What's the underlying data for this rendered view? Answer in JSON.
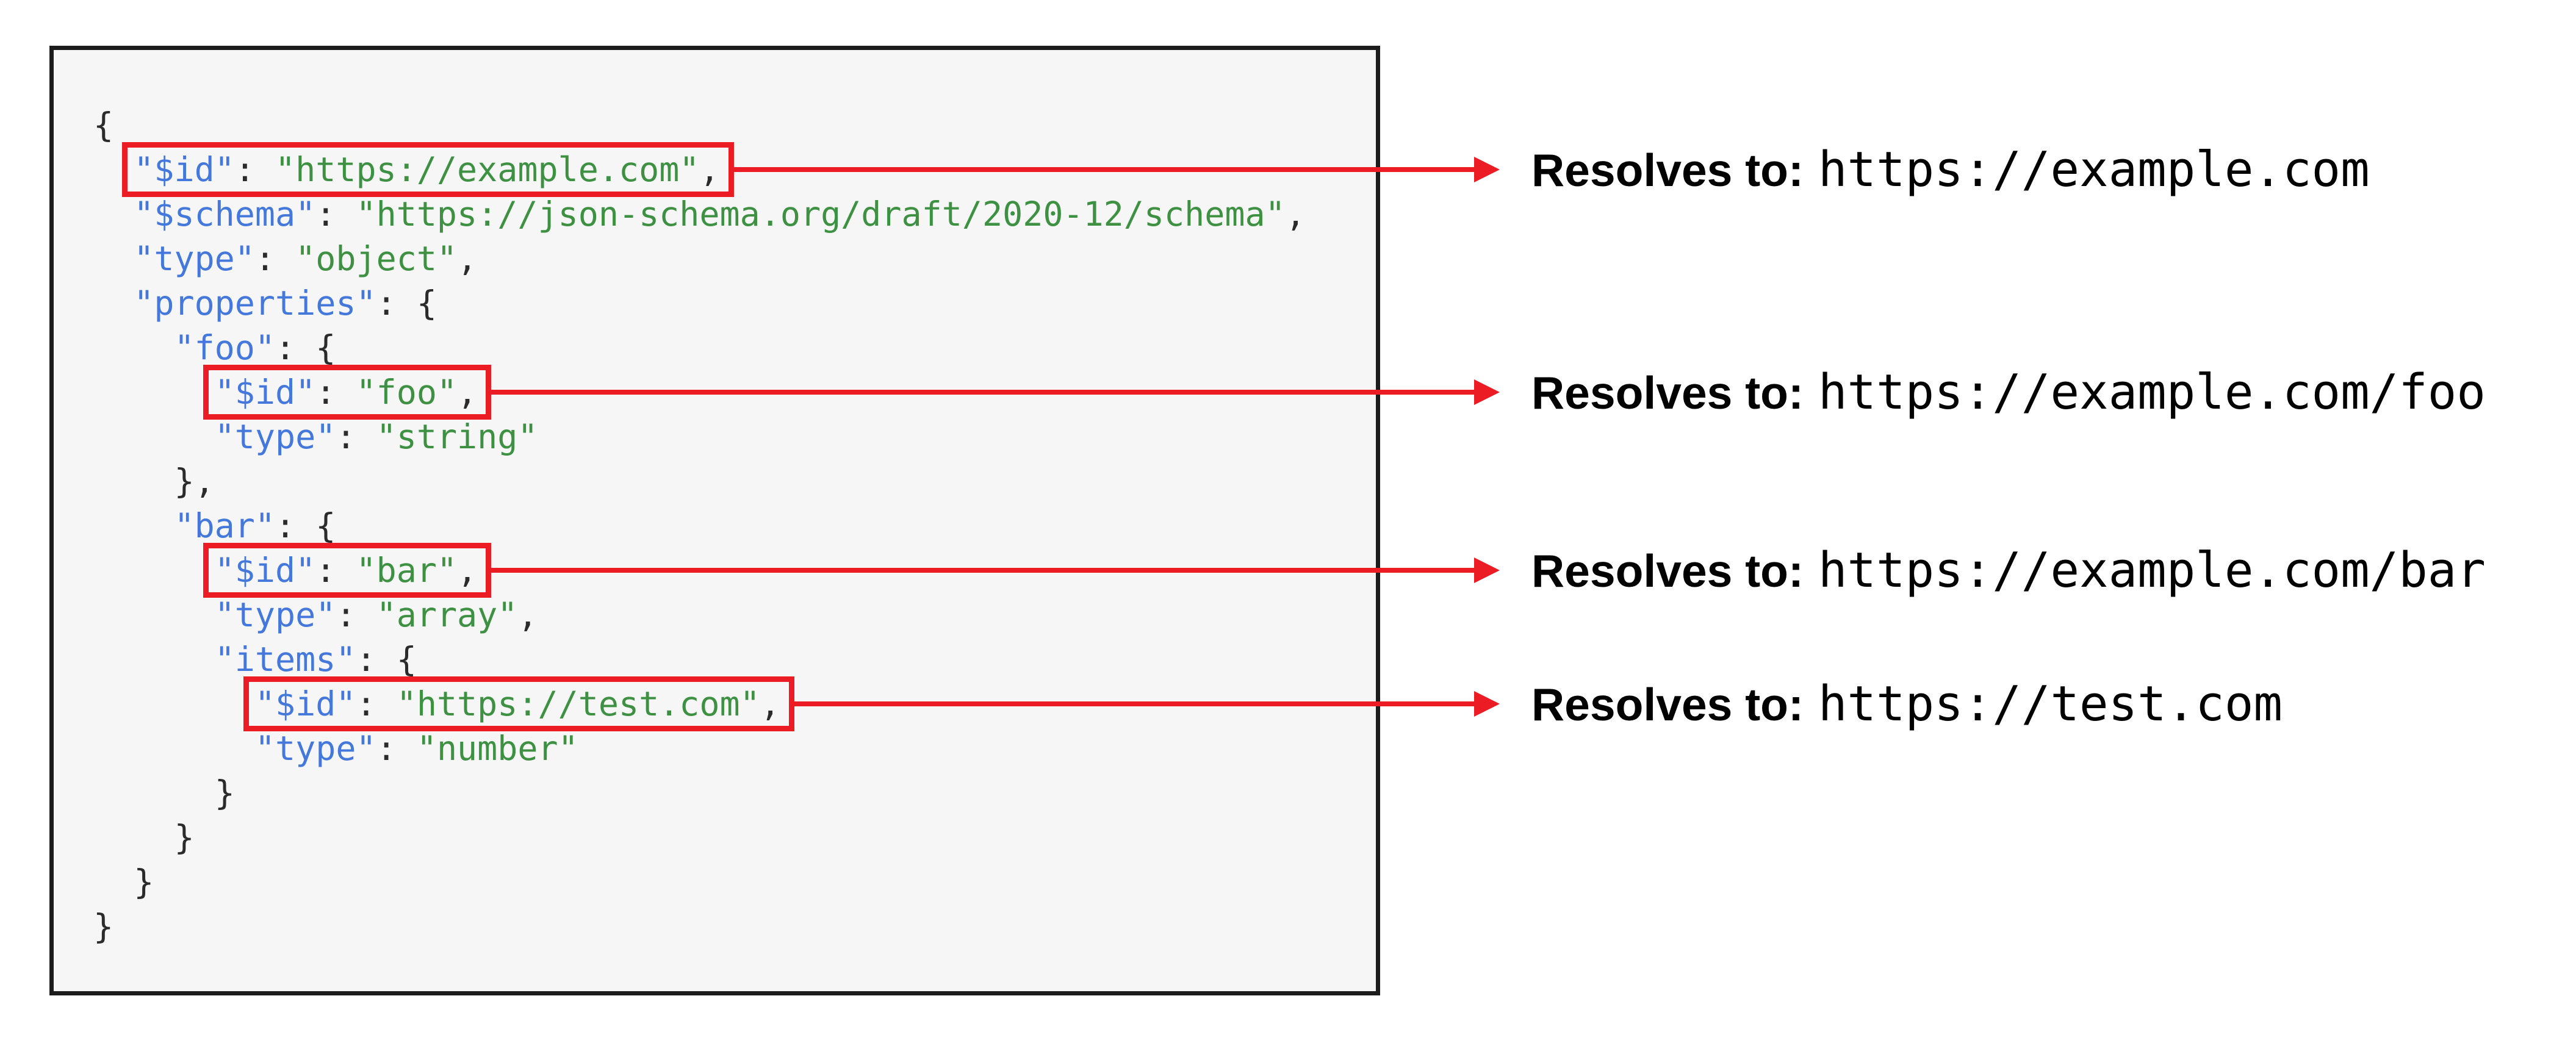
{
  "diagram_title": "JSON Schema $id resolution",
  "colors": {
    "key": "#4478db",
    "string": "#3e9142",
    "punctuation": "#2b2b2b",
    "highlight_red": "#ec1c24",
    "code_background": "#f6f6f7",
    "code_border": "#1c1c1c"
  },
  "code": {
    "language": "json",
    "lines": [
      {
        "indent": 0,
        "boxed": false,
        "tokens": [
          [
            "p",
            "{"
          ]
        ]
      },
      {
        "indent": 1,
        "boxed": true,
        "tokens": [
          [
            "k",
            "\"$id\""
          ],
          [
            "p",
            ": "
          ],
          [
            "s",
            "\"https://example.com\""
          ],
          [
            "p",
            ","
          ]
        ]
      },
      {
        "indent": 1,
        "boxed": false,
        "tokens": [
          [
            "k",
            "\"$schema\""
          ],
          [
            "p",
            ": "
          ],
          [
            "s",
            "\"https://json-schema.org/draft/2020-12/schema\""
          ],
          [
            "p",
            ","
          ]
        ]
      },
      {
        "indent": 1,
        "boxed": false,
        "tokens": [
          [
            "k",
            "\"type\""
          ],
          [
            "p",
            ": "
          ],
          [
            "s",
            "\"object\""
          ],
          [
            "p",
            ","
          ]
        ]
      },
      {
        "indent": 1,
        "boxed": false,
        "tokens": [
          [
            "k",
            "\"properties\""
          ],
          [
            "p",
            ": {"
          ]
        ]
      },
      {
        "indent": 2,
        "boxed": false,
        "tokens": [
          [
            "k",
            "\"foo\""
          ],
          [
            "p",
            ": {"
          ]
        ]
      },
      {
        "indent": 3,
        "boxed": true,
        "tokens": [
          [
            "k",
            "\"$id\""
          ],
          [
            "p",
            ": "
          ],
          [
            "s",
            "\"foo\""
          ],
          [
            "p",
            ","
          ]
        ]
      },
      {
        "indent": 3,
        "boxed": false,
        "tokens": [
          [
            "k",
            "\"type\""
          ],
          [
            "p",
            ": "
          ],
          [
            "s",
            "\"string\""
          ]
        ]
      },
      {
        "indent": 2,
        "boxed": false,
        "tokens": [
          [
            "p",
            "},"
          ]
        ]
      },
      {
        "indent": 2,
        "boxed": false,
        "tokens": [
          [
            "k",
            "\"bar\""
          ],
          [
            "p",
            ": {"
          ]
        ]
      },
      {
        "indent": 3,
        "boxed": true,
        "tokens": [
          [
            "k",
            "\"$id\""
          ],
          [
            "p",
            ": "
          ],
          [
            "s",
            "\"bar\""
          ],
          [
            "p",
            ","
          ]
        ]
      },
      {
        "indent": 3,
        "boxed": false,
        "tokens": [
          [
            "k",
            "\"type\""
          ],
          [
            "p",
            ": "
          ],
          [
            "s",
            "\"array\""
          ],
          [
            "p",
            ","
          ]
        ]
      },
      {
        "indent": 3,
        "boxed": false,
        "tokens": [
          [
            "k",
            "\"items\""
          ],
          [
            "p",
            ": {"
          ]
        ]
      },
      {
        "indent": 4,
        "boxed": true,
        "tokens": [
          [
            "k",
            "\"$id\""
          ],
          [
            "p",
            ": "
          ],
          [
            "s",
            "\"https://test.com\""
          ],
          [
            "p",
            ","
          ]
        ]
      },
      {
        "indent": 4,
        "boxed": false,
        "tokens": [
          [
            "k",
            "\"type\""
          ],
          [
            "p",
            ": "
          ],
          [
            "s",
            "\"number\""
          ]
        ]
      },
      {
        "indent": 3,
        "boxed": false,
        "tokens": [
          [
            "p",
            "}"
          ]
        ]
      },
      {
        "indent": 2,
        "boxed": false,
        "tokens": [
          [
            "p",
            "}"
          ]
        ]
      },
      {
        "indent": 1,
        "boxed": false,
        "tokens": [
          [
            "p",
            "}"
          ]
        ]
      },
      {
        "indent": 0,
        "boxed": false,
        "tokens": [
          [
            "p",
            "}"
          ]
        ]
      }
    ]
  },
  "annotations": [
    {
      "label": "Resolves to:",
      "value": "https://example.com"
    },
    {
      "label": "Resolves to:",
      "value": "https://example.com/foo"
    },
    {
      "label": "Resolves to:",
      "value": "https://example.com/bar"
    },
    {
      "label": "Resolves to:",
      "value": "https://test.com"
    }
  ]
}
